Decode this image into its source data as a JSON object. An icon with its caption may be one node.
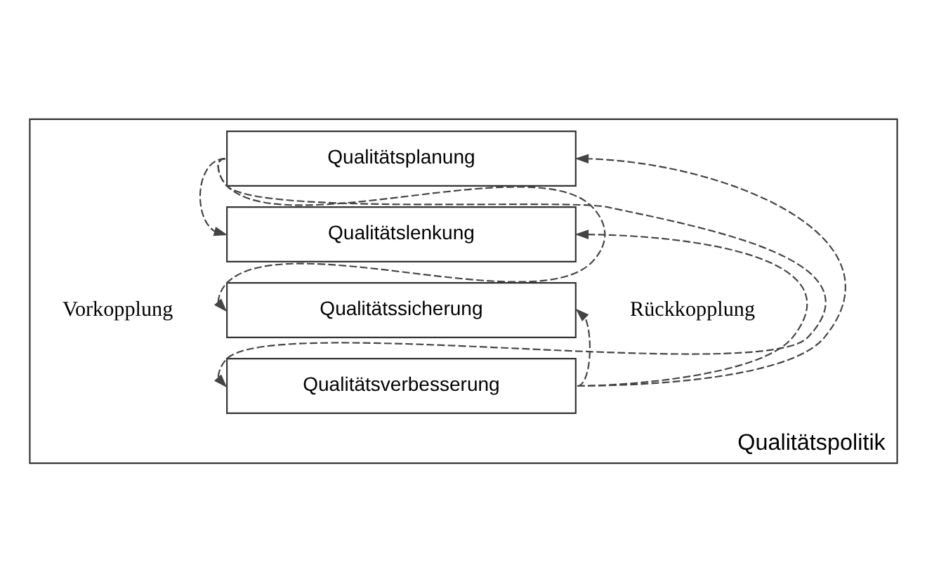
{
  "diagram": {
    "nodes": [
      {
        "text": [
          "Qualitätspolitik"
        ]
      },
      {
        "text": [
          "Qualitätsplanung"
        ],
        "in": 0
      },
      {
        "text": [
          "Qualitätslenkung"
        ],
        "in": 0
      },
      {
        "text": [
          "Qualitätssicherung"
        ],
        "in": 0
      },
      {
        "text": [
          "Qualitätsverbesserung"
        ],
        "in": 0
      }
    ],
    "edges": [
      {
        "from": 1,
        "to": 2,
        "arrow": "to",
        "style": "dashed"
      },
      {
        "from": 1,
        "to": 3,
        "arrow": "to",
        "style": "dashed"
      },
      {
        "from": 1,
        "to": 4,
        "arrow": "to",
        "style": "dashed"
      },
      {
        "from": 4,
        "to": 3,
        "arrow": "to",
        "style": "dashed"
      },
      {
        "from": 4,
        "to": 2,
        "arrow": "to",
        "style": "dashed"
      },
      {
        "from": 4,
        "to": 1,
        "arrow": "to",
        "style": "dashed"
      }
    ],
    "labels": [
      "Vorkopplung",
      "Rückkopplung"
    ]
  }
}
